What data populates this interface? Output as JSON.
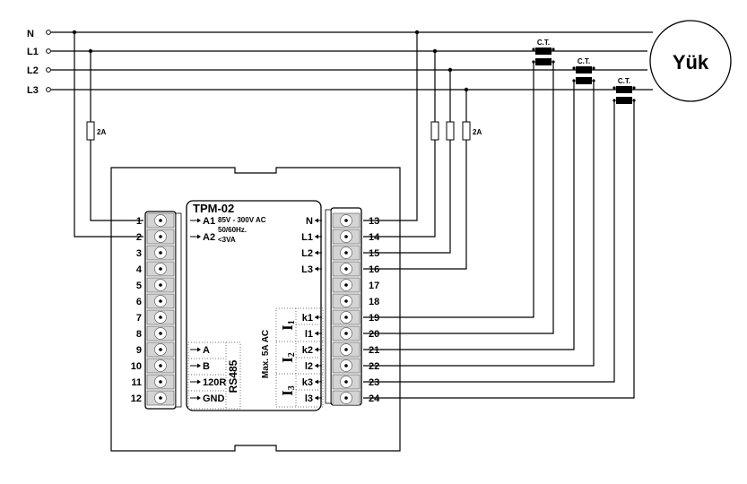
{
  "lines": [
    "N",
    "L1",
    "L2",
    "L3"
  ],
  "load_label": "Yük",
  "fuse_label": "2A",
  "ct_label": "C.T.",
  "device": {
    "model": "TPM-02",
    "supply_spec": [
      "85V - 300V AC",
      "50/60Hz.",
      "<3VA"
    ],
    "left_terminals": [
      {
        "num": "1",
        "label": "A1"
      },
      {
        "num": "2",
        "label": "A2"
      },
      {
        "num": "3",
        "label": ""
      },
      {
        "num": "4",
        "label": ""
      },
      {
        "num": "5",
        "label": ""
      },
      {
        "num": "6",
        "label": ""
      },
      {
        "num": "7",
        "label": ""
      },
      {
        "num": "8",
        "label": ""
      },
      {
        "num": "9",
        "label": "A"
      },
      {
        "num": "10",
        "label": "B"
      },
      {
        "num": "11",
        "label": "120R"
      },
      {
        "num": "12",
        "label": "GND"
      }
    ],
    "right_terminals": [
      {
        "num": "13",
        "label": "N"
      },
      {
        "num": "14",
        "label": "L1"
      },
      {
        "num": "15",
        "label": "L2"
      },
      {
        "num": "16",
        "label": "L3"
      },
      {
        "num": "17",
        "label": ""
      },
      {
        "num": "18",
        "label": ""
      },
      {
        "num": "19",
        "label": "k1"
      },
      {
        "num": "20",
        "label": "l1"
      },
      {
        "num": "21",
        "label": "k2"
      },
      {
        "num": "22",
        "label": "l2"
      },
      {
        "num": "23",
        "label": "k3"
      },
      {
        "num": "24",
        "label": "l3"
      }
    ],
    "rs485_label": "RS485",
    "current_label": "Max. 5A AC",
    "current_groups": [
      {
        "main": "I",
        "sub": "1"
      },
      {
        "main": "I",
        "sub": "2"
      },
      {
        "main": "I",
        "sub": "3"
      }
    ]
  }
}
